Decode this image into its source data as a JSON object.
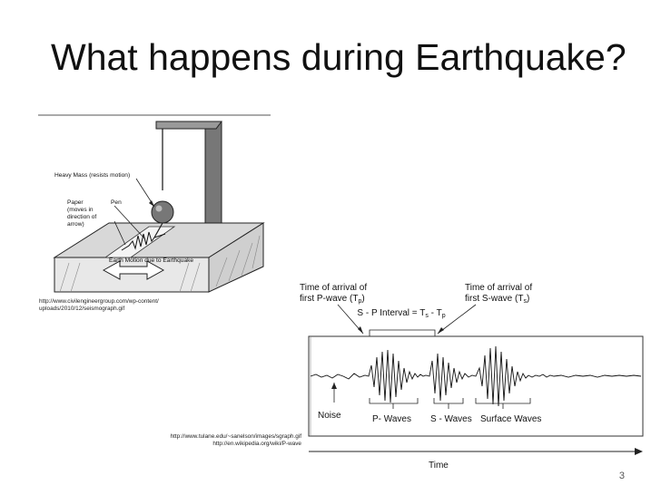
{
  "slide": {
    "title": "What happens during Earthquake?",
    "page_number": "3"
  },
  "seismograph_figure": {
    "label_heavy_mass": "Heavy Mass  (resists motion)",
    "label_pen": "Pen",
    "label_paper_lines": [
      "Paper",
      "(moves in",
      "direction of",
      "arrow)"
    ],
    "label_earth_motion": "Earth Motion due to Earthquake",
    "source_lines": [
      "http://www.civilengineergroup.com/wp-content/",
      "uploads/2010/12/seismograph.gif"
    ]
  },
  "seismogram_figure": {
    "label_p_arrival_lines": [
      "Time of arrival of",
      "first P-wave (T"
    ],
    "label_p_sub": "p",
    "label_s_arrival_lines": [
      "Time of arrival of",
      "first S-wave (T"
    ],
    "label_s_sub": "s",
    "label_sp_interval": "S - P Interval = T",
    "label_sp_s": "s",
    "label_sp_minus": " - T",
    "label_sp_p": "p",
    "label_noise": "Noise",
    "label_p_waves": "P- Waves",
    "label_s_waves": "S - Waves",
    "label_surface_waves": "Surface Waves",
    "label_time": "Time",
    "source_lines": [
      "http://www.tulane.edu/~sanelson/images/sgraph.gif",
      "http://en.wikipedia.org/wiki/P-wave"
    ]
  }
}
